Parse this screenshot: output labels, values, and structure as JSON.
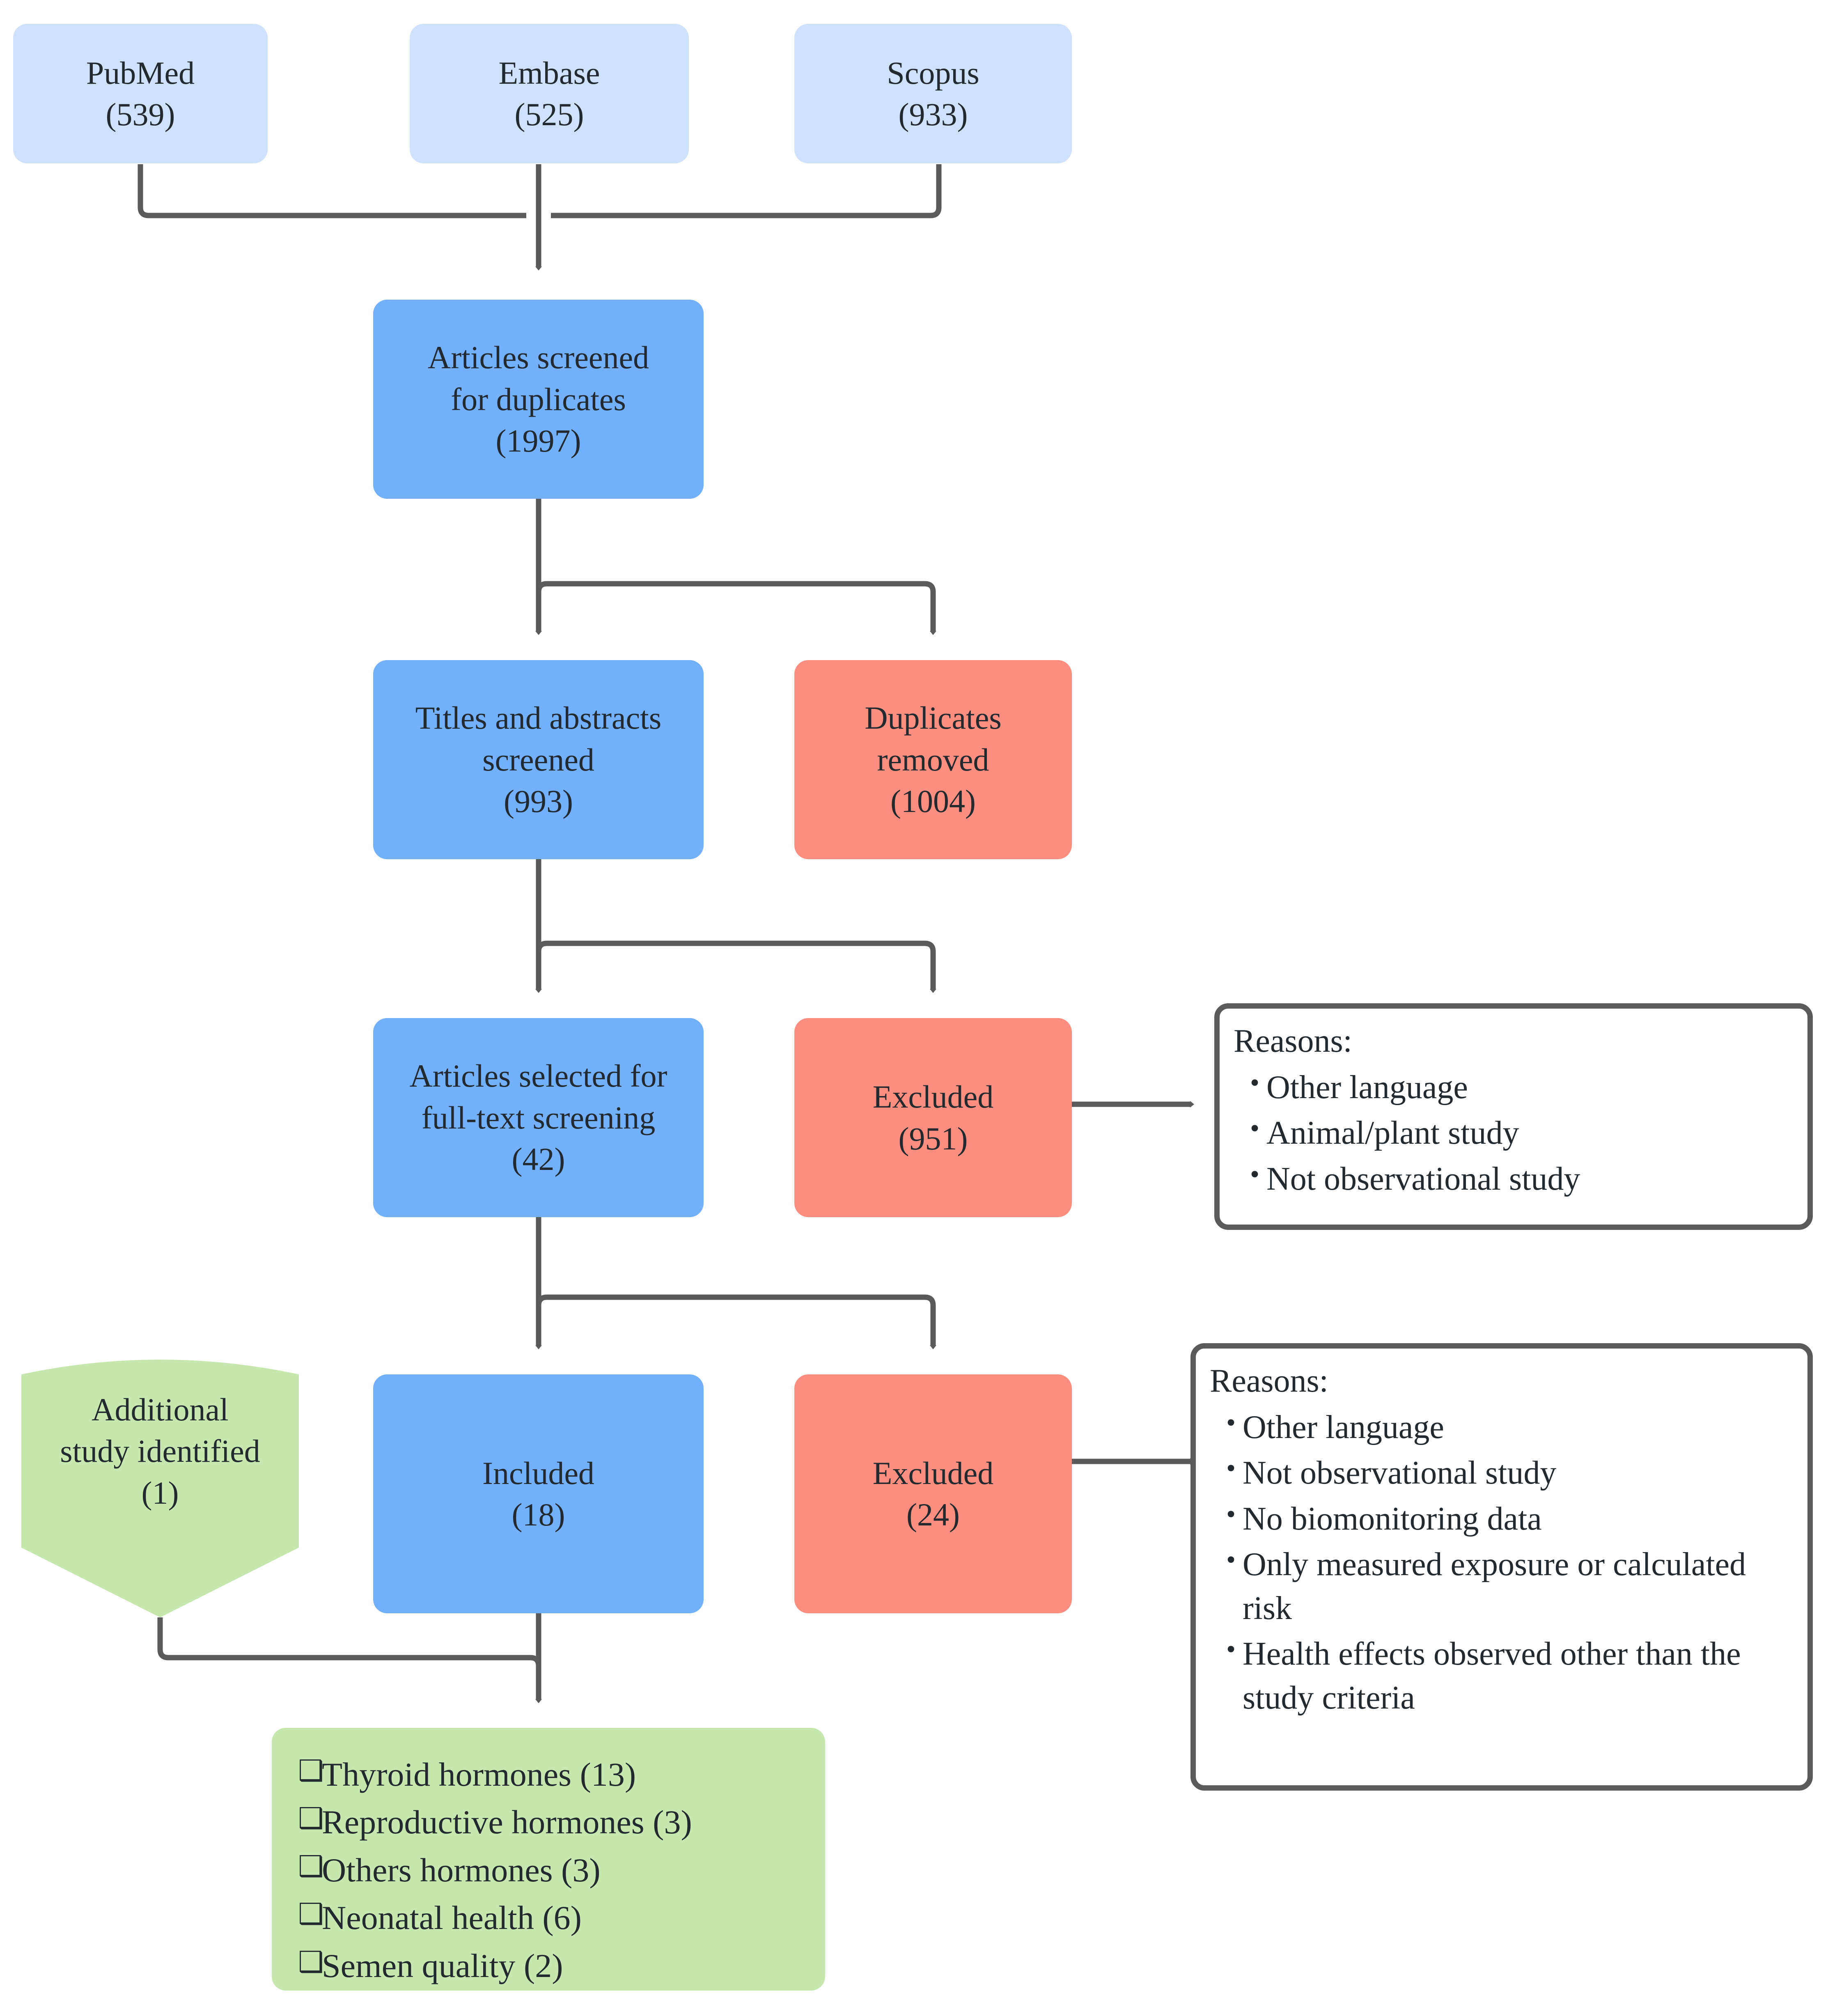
{
  "diagram": {
    "type": "prisma-flow-diagram",
    "title": "PRISMA study selection flow",
    "colors": {
      "source_box": "#cfe2fd",
      "process_box": "#73b0fc",
      "excluded_box": "#fc8e80",
      "included_outcome": "#c6e8ae",
      "reasons_border": "#5a5a5a",
      "connector": "#5a5a5a",
      "text": "#22292f",
      "background": "#ffffff"
    }
  },
  "sources": [
    {
      "name": "PubMed",
      "count": "(539)"
    },
    {
      "name": "Embase",
      "count": "(525)"
    },
    {
      "name": "Scopus",
      "count": "(933)"
    }
  ],
  "screening": {
    "duplicates_check": {
      "line1": "Articles screened",
      "line2": "for duplicates",
      "count": "(1997)"
    },
    "titles_abstracts": {
      "line1": "Titles and abstracts",
      "line2": "screened",
      "count": "(993)"
    },
    "duplicates_removed": {
      "line1": "Duplicates",
      "line2": "removed",
      "count": "(1004)"
    },
    "full_text": {
      "line1": "Articles selected for",
      "line2": "full-text screening",
      "count": "(42)"
    },
    "excluded_screening": {
      "line1": "Excluded",
      "count": "(951)"
    },
    "included": {
      "line1": "Included",
      "count": "(18)"
    },
    "excluded_fulltext": {
      "line1": "Excluded",
      "count": "(24)"
    },
    "additional_study": {
      "line1": "Additional",
      "line2": "study identified",
      "count": "(1)"
    }
  },
  "reasons_screening": {
    "heading": "Reasons:",
    "items": [
      "Other language",
      "Animal/plant study",
      "Not observational study"
    ]
  },
  "reasons_fulltext": {
    "heading": "Reasons:",
    "items": [
      "Other language",
      "Not observational study",
      "No biomonitoring data",
      "Only measured exposure or calculated risk",
      "Health effects observed other than the study criteria"
    ]
  },
  "outcomes": {
    "items": [
      "Thyroid hormones (13)",
      "Reproductive hormones (3)",
      "Others hormones (3)",
      "Neonatal health (6)",
      "Semen quality (2)"
    ]
  }
}
